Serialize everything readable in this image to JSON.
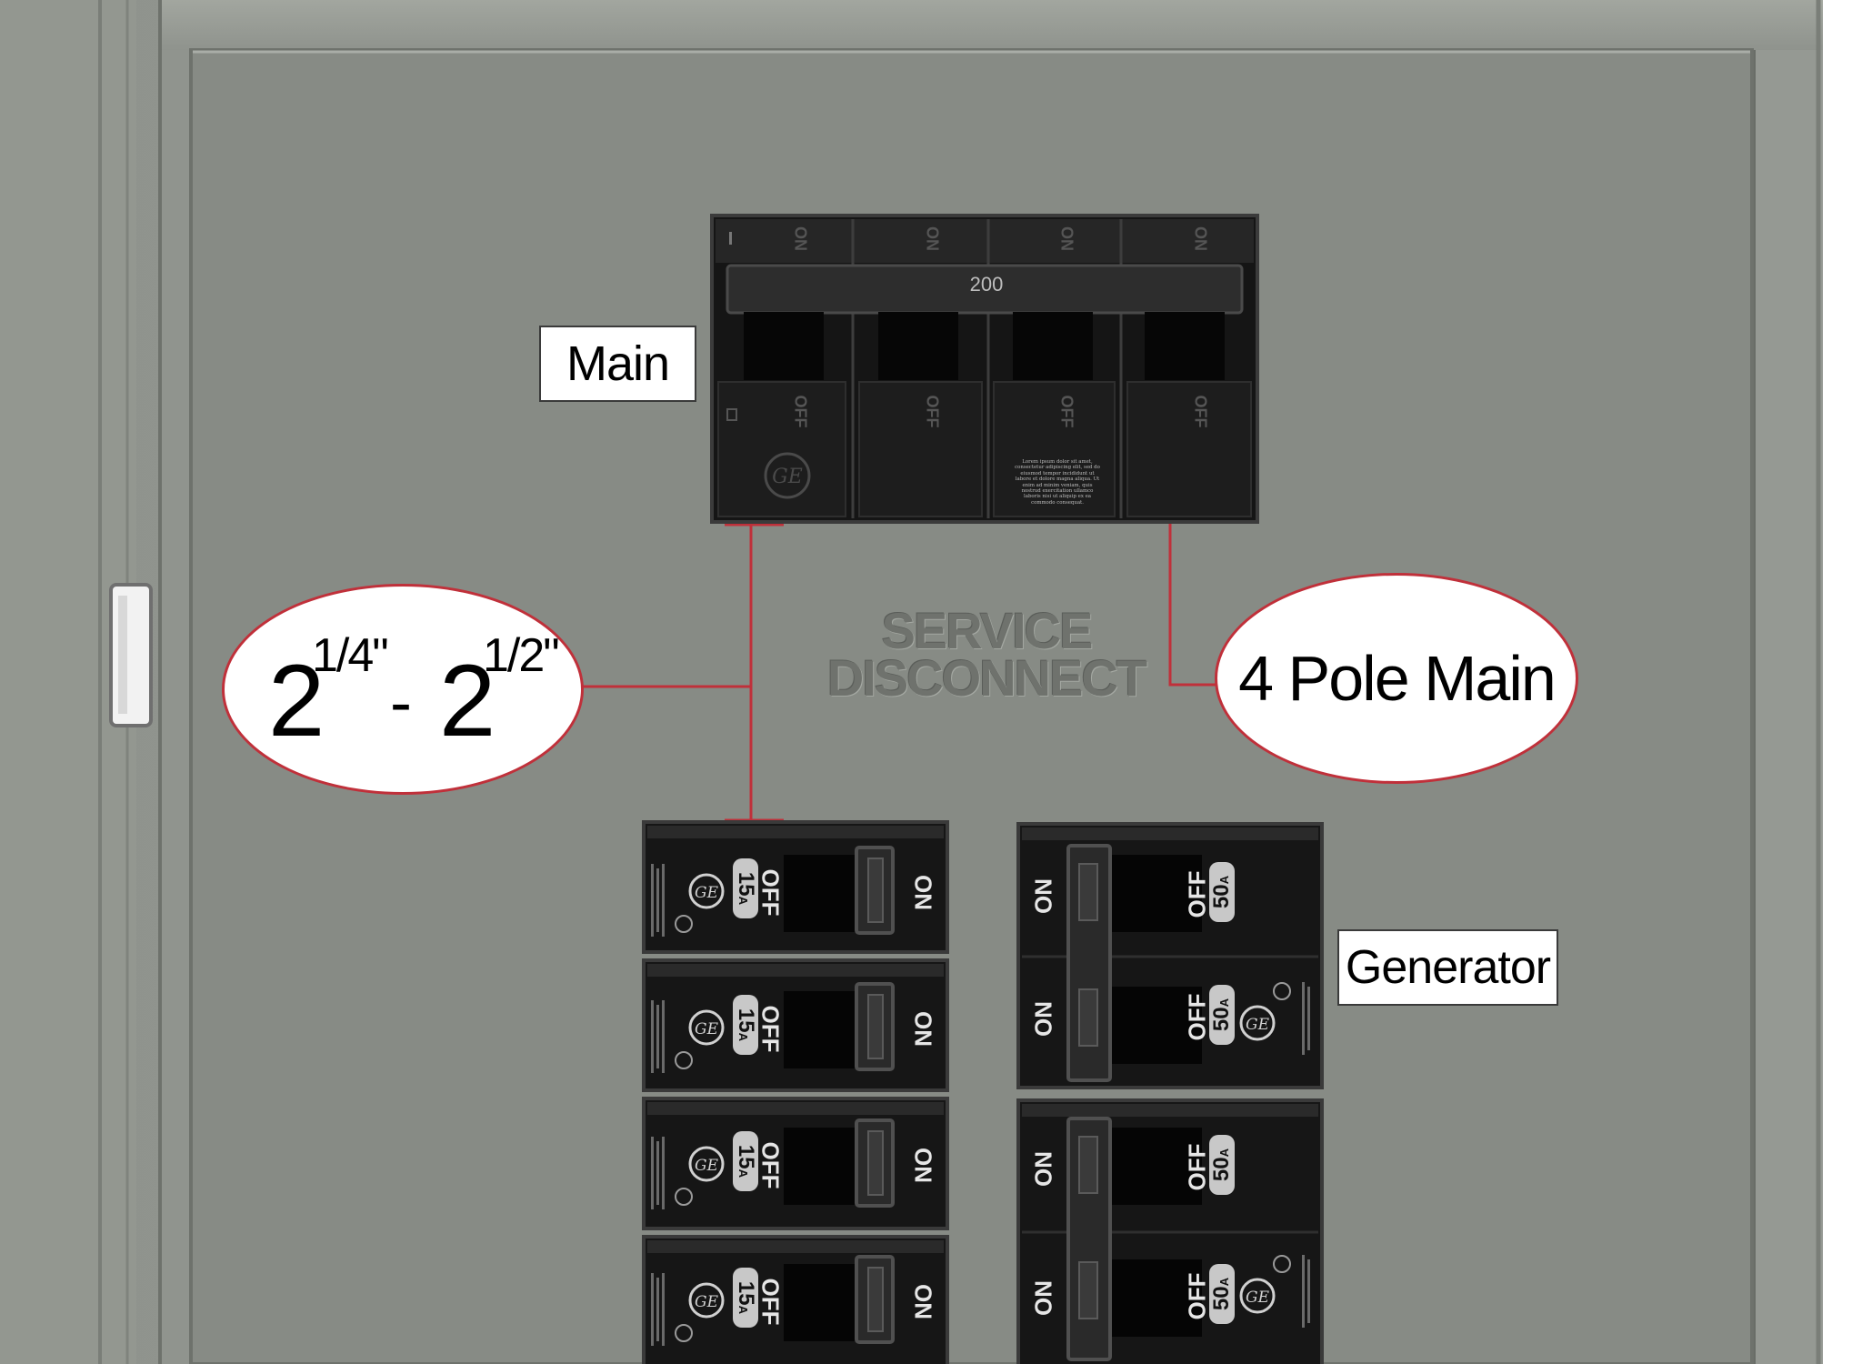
{
  "labels": {
    "main": "Main",
    "generator": "Generator",
    "four_pole": "4 Pole Main",
    "dimension": {
      "base1": "2",
      "frac1": "1/4\"",
      "dash": "-",
      "base2": "2",
      "frac2": "1/2\""
    }
  },
  "watermark": {
    "line1": "SERVICE",
    "line2": "DISCONNECT"
  },
  "main_breaker": {
    "rating": "200",
    "pole_labels": [
      "ON",
      "ON",
      "ON",
      "ON"
    ],
    "off_labels": [
      "OFF",
      "OFF",
      "OFF",
      "OFF"
    ],
    "brand": "GE",
    "fine_print": "Lorem ipsum dolor sit amet, consectetur adipiscing elit, sed do eiusmod tempor incididunt ut labore et dolore magna aliqua. Ut enim ad minim veniam, quis nostrud exercitation ullamco laboris nisi ut aliquip ex ea commodo consequat."
  },
  "branch_breakers": [
    {
      "amp": "15",
      "unit": "A",
      "off": "OFF",
      "on": "ON"
    },
    {
      "amp": "15",
      "unit": "A",
      "off": "OFF",
      "on": "ON"
    },
    {
      "amp": "15",
      "unit": "A",
      "off": "OFF",
      "on": "ON"
    },
    {
      "amp": "15",
      "unit": "A",
      "off": "OFF",
      "on": "ON"
    }
  ],
  "generator_breakers": [
    {
      "amp": "50",
      "unit": "A",
      "off": "OFF",
      "on": "ON"
    },
    {
      "amp": "50",
      "unit": "A",
      "off": "OFF",
      "on": "ON"
    },
    {
      "amp": "50",
      "unit": "A",
      "off": "OFF",
      "on": "ON"
    },
    {
      "amp": "50",
      "unit": "A",
      "off": "OFF",
      "on": "ON"
    }
  ],
  "colors": {
    "panel": "#878b85",
    "frame": "#9a9e98",
    "breaker": "#1f1f1f",
    "leader": "#c0303a"
  }
}
